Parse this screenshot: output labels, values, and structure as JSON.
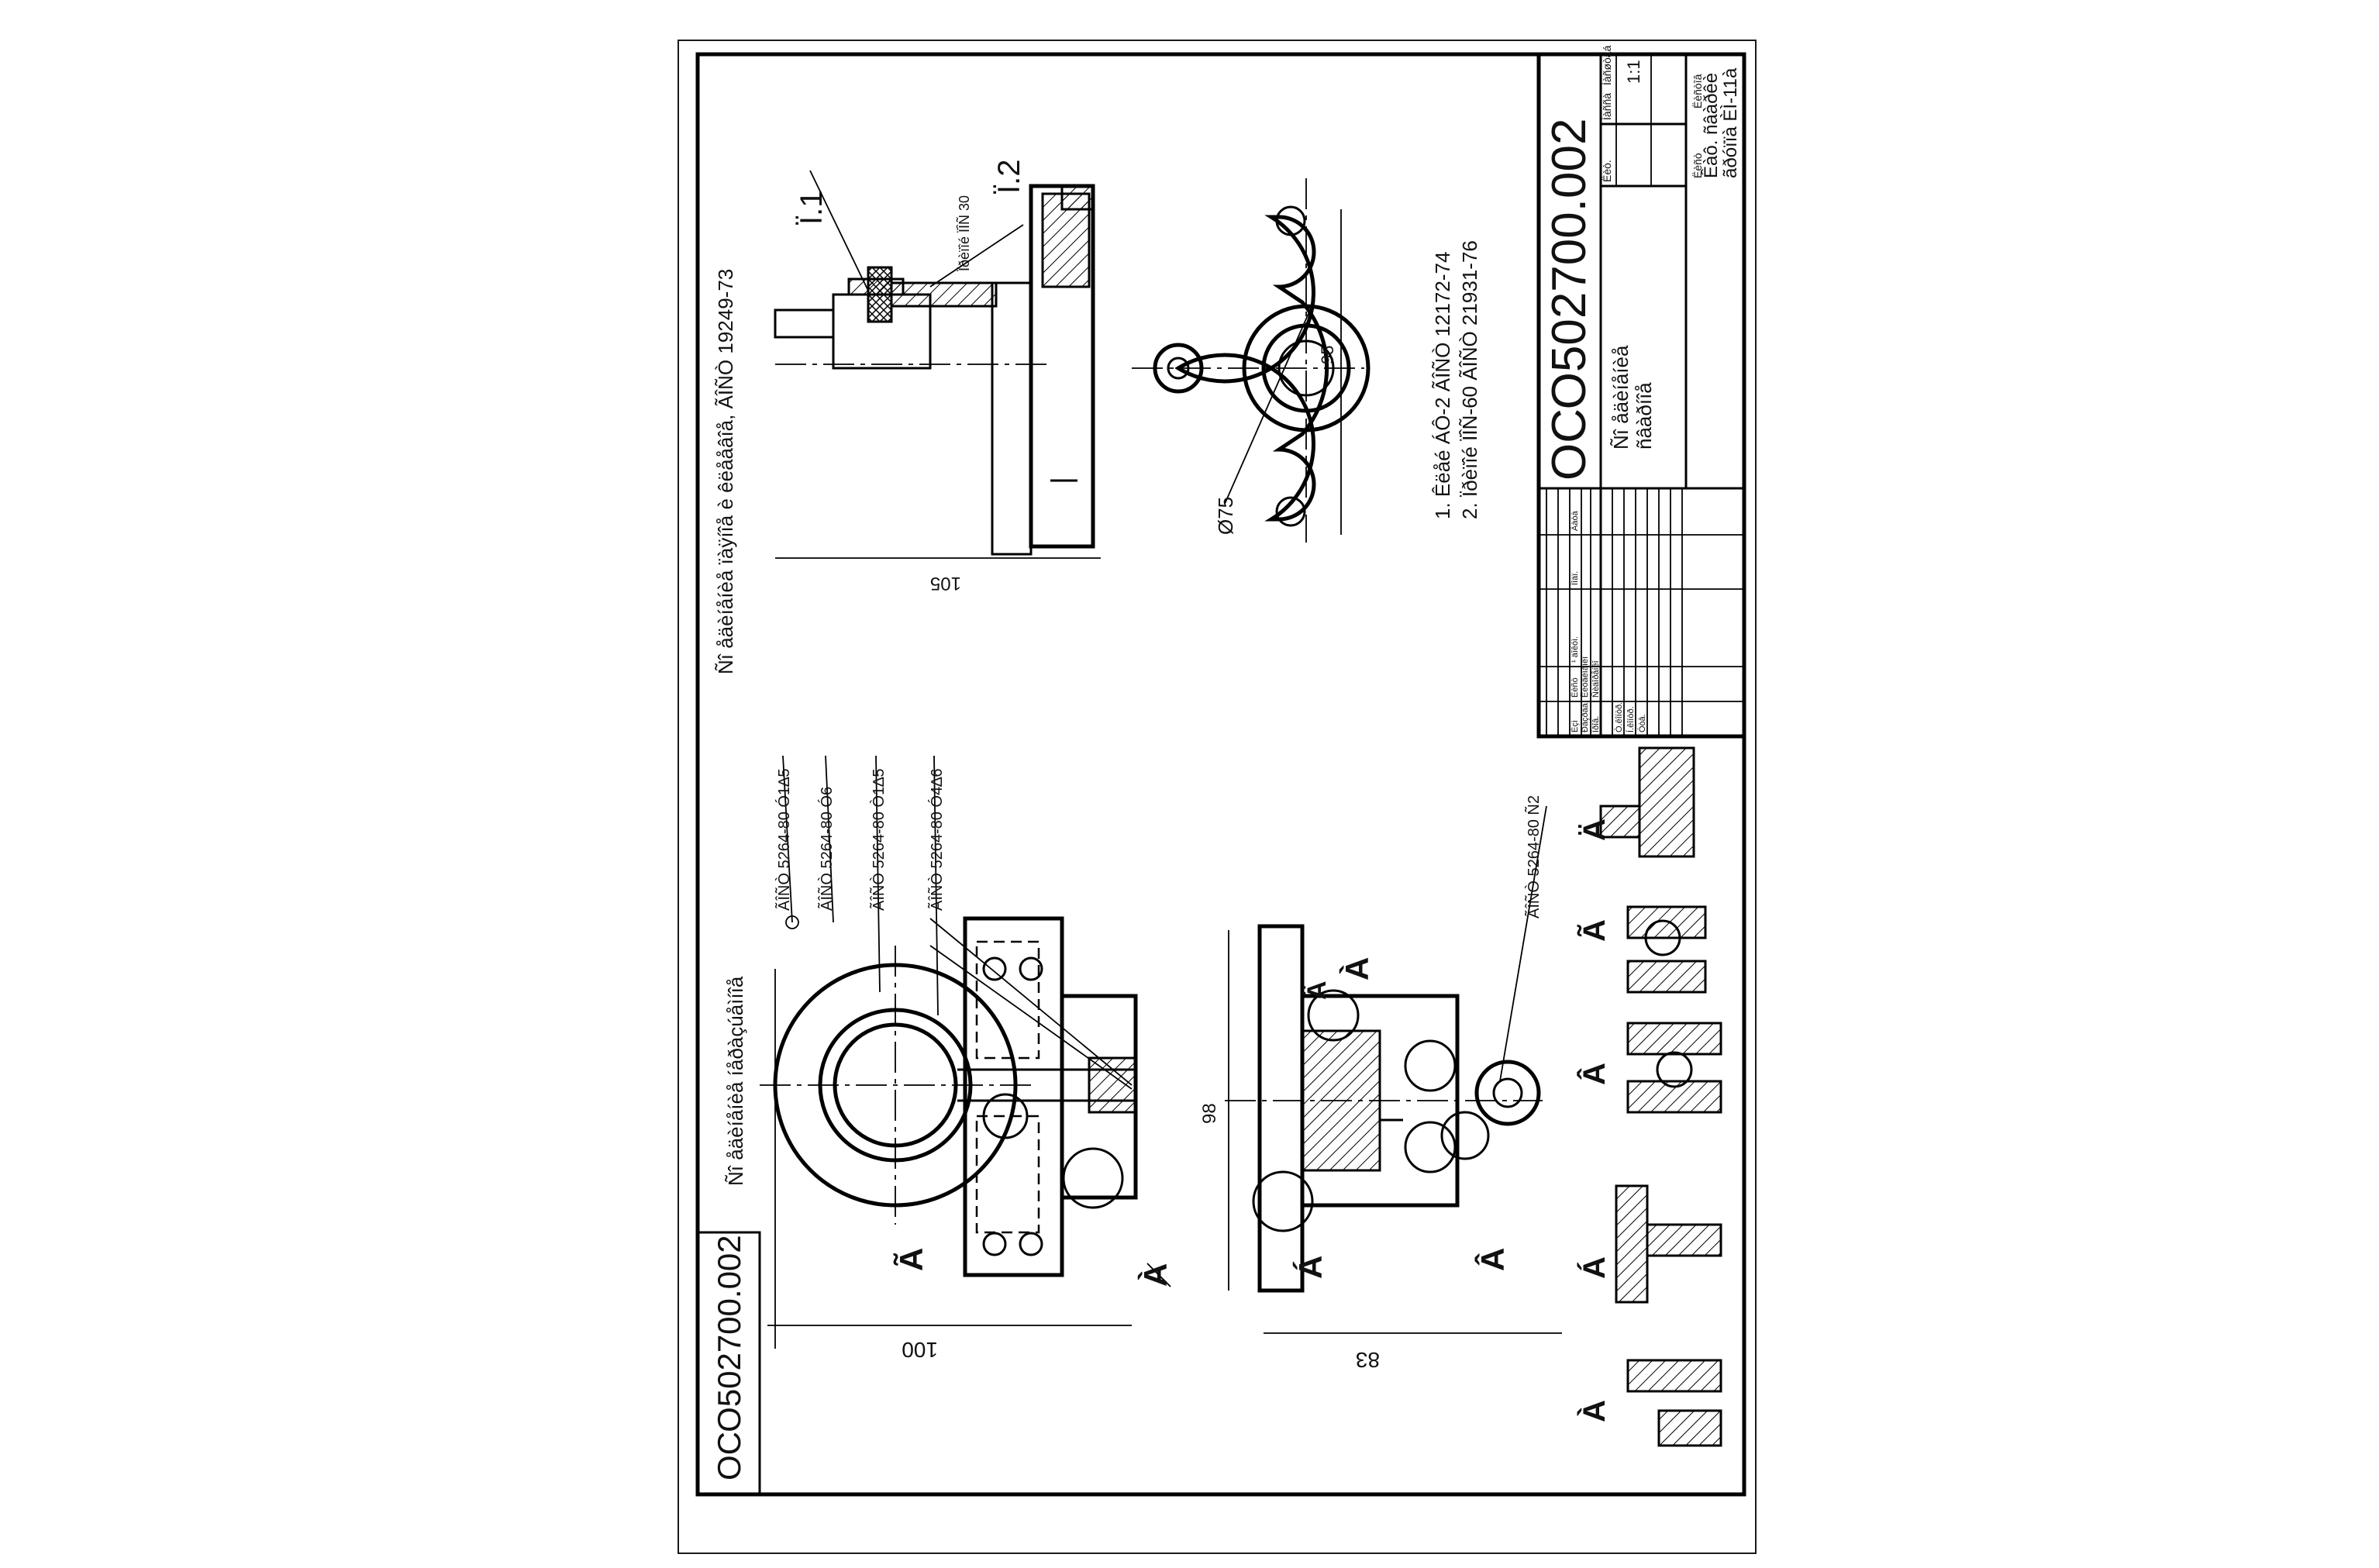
{
  "sheet": {
    "border_code": "ОСО502700.002",
    "drawing_code": "ОСО502700.002",
    "title_line1": "Ñî åäèíåíèå",
    "title_line2": "ñâàðíîå",
    "scale_header": "Ìàñøòàá",
    "scale": "1:1",
    "mass_header": "Ìàññà",
    "sheet_header": "Ëèò.",
    "org_line1": "Êàô. ñâàðêè",
    "org_line2": "ãðóïïà ÈÌ-11à",
    "sheet_label": "Ëèñò",
    "sheets_label": "Ëèñòîâ"
  },
  "titleblock_rows": [
    {
      "c1": "Èçì",
      "c2": "Ëèñò",
      "c3": "¹ äîêóì.",
      "c4": "Ïîäï.",
      "c5": "Äàòà"
    },
    {
      "c1": "Ðàçðàá.",
      "c2": "Ëèòâèíåíêî",
      "c3": "",
      "c4": "",
      "c5": ""
    },
    {
      "c1": "Ïðîâ.",
      "c2": "Ñèäîðåíêî",
      "c3": "",
      "c4": "",
      "c5": ""
    },
    {
      "c1": "Ò.êîíòð.",
      "c2": "",
      "c3": "",
      "c4": "",
      "c5": ""
    },
    {
      "c1": "Í.êîíòð.",
      "c2": "",
      "c3": "",
      "c4": "",
      "c5": ""
    },
    {
      "c1": "Óòâ.",
      "c2": "",
      "c3": "",
      "c4": "",
      "c5": ""
    }
  ],
  "views": {
    "left_caption": "Ñî åäèíåíèå íåðàçúåìíîå",
    "right_caption": "Ñî åäèíåíèå ïàÿíîå è êëååâîå, ÃÎÑÒ 19249-73",
    "dim_100": "100",
    "dim_83": "83",
    "dim_98": "98",
    "dim_105": "105",
    "dim_95": "95",
    "dim_d75": "Ø75",
    "leader_1": "ÃÎÑÒ 5264-80 Ó1∆5",
    "leader_2": "ÃÎÑÒ 5264-80 Ó6",
    "leader_3": "ÃÎÑÒ 5264-80 Ò1∆5",
    "leader_4": "ÃÎÑÒ 5264-80 Ó4∆6",
    "leader_5": "ÃÎÑÒ 5264-80 Ñ2",
    "pos_1": "Ï.1",
    "pos_2": "Ï.2",
    "solder_note": "Ïðèïîé ÏÎÑ 30",
    "section_marks": [
      "À",
      "À",
      "Á",
      "Á",
      "Â",
      "Â",
      "Ã",
      "Ã",
      "Ä",
      "Ä"
    ]
  },
  "notes": [
    "1. Êëåé ÁÔ-2 ÃÎÑÒ 12172-74",
    "2. Ïðèïîé ÏÎÑ-60 ÃÎÑÒ 21931-76"
  ]
}
